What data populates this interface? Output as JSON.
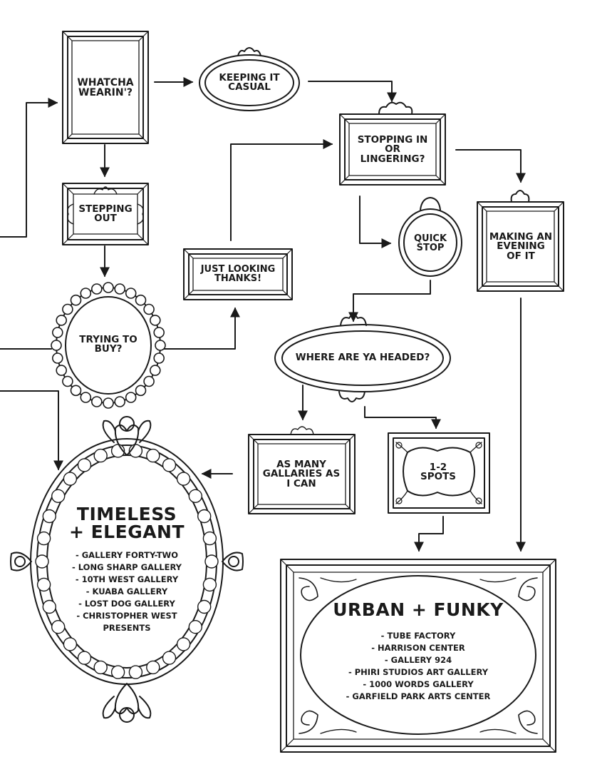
{
  "nodes": {
    "whatcha_wearin": "Whatcha wearin'?",
    "keeping_it_casual": "Keeping it casual",
    "stopping_in": "Stopping in or lingering?",
    "stepping_out": "Stepping out",
    "quick_stop": "Quick stop",
    "making_evening": "Making an evening of it",
    "just_looking": "Just looking thanks!",
    "trying_to_buy": "Trying to buy?",
    "where_headed": "Where are ya headed?",
    "as_many": "As many gallaries as I can",
    "one_two_spots": "1-2 spots"
  },
  "results": {
    "timeless": {
      "title_line1": "Timeless",
      "title_line2": "+ Elegant",
      "galleries": [
        "- Gallery Forty-Two",
        "- Long Sharp Gallery",
        "- 10th West Gallery",
        "- Kuaba Gallery",
        "- Lost Dog Gallery",
        "- Christopher West",
        "Presents"
      ]
    },
    "urban": {
      "title": "Urban + Funky",
      "galleries": [
        "- Tube Factory",
        "- Harrison Center",
        "- Gallery 924",
        "- Phiri Studios Art Gallery",
        "- 1000 Words Gallery",
        "- Garfield Park Arts Center"
      ]
    }
  },
  "colors": {
    "ink": "#1a1a1a",
    "paper": "#ffffff"
  }
}
